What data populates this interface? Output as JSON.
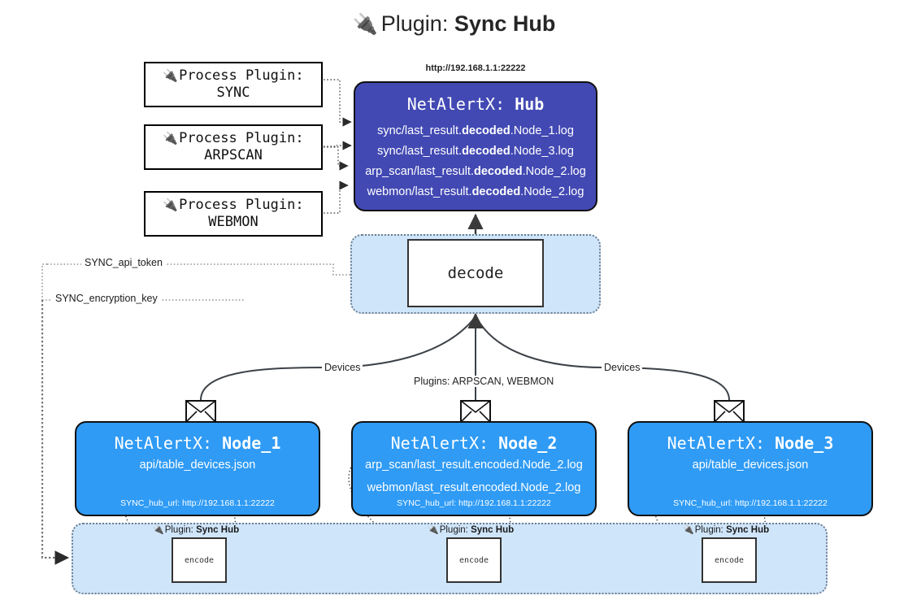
{
  "title": {
    "icon": "plug-icon",
    "prefix": "Plugin:",
    "name": "Sync Hub"
  },
  "process_plugins": [
    {
      "icon": "plug-icon",
      "label": "Process Plugin:",
      "name": "SYNC"
    },
    {
      "icon": "plug-icon",
      "label": "Process Plugin:",
      "name": "ARPSCAN"
    },
    {
      "icon": "plug-icon",
      "label": "Process Plugin:",
      "name": "WEBMON"
    }
  ],
  "hub": {
    "url": "http://192.168.1.1:22222",
    "title_prefix": "NetAlertX:",
    "title_name": "Hub",
    "logs": [
      {
        "pre": "sync/last_result.",
        "em": "decoded",
        "post": ".Node_1.log"
      },
      {
        "pre": "sync/last_result.",
        "em": "decoded",
        "post": ".Node_3.log"
      },
      {
        "pre": "arp_scan/last_result.",
        "em": "decoded",
        "post": ".Node_2.log"
      },
      {
        "pre": "webmon/last_result.",
        "em": "decoded",
        "post": ".Node_2.log"
      }
    ]
  },
  "decode": {
    "label": "decode"
  },
  "secrets": {
    "api_token": "SYNC_api_token",
    "encryption_key": "SYNC_encryption_key"
  },
  "edge_labels": {
    "left_devices": "Devices",
    "center_plugins": "Plugins: ARPSCAN, WEBMON",
    "right_devices": "Devices"
  },
  "nodes": [
    {
      "title_prefix": "NetAlertX:",
      "title_name": "Node_1",
      "data_lines": [
        "api/table_devices.json"
      ],
      "footer": "SYNC_hub_url: http://192.168.1.1:22222",
      "envelope_icon": "envelope-icon"
    },
    {
      "title_prefix": "NetAlertX:",
      "title_name": "Node_2",
      "data_lines": [
        "arp_scan/last_result.encoded.Node_2.log",
        "webmon/last_result.encoded.Node_2.log"
      ],
      "footer": "SYNC_hub_url: http://192.168.1.1:22222",
      "envelope_icon": "envelope-icon"
    },
    {
      "title_prefix": "NetAlertX:",
      "title_name": "Node_3",
      "data_lines": [
        "api/table_devices.json"
      ],
      "footer": "SYNC_hub_url: http://192.168.1.1:22222",
      "envelope_icon": "envelope-icon"
    }
  ],
  "encoders": [
    {
      "plugin_prefix": "Plugin:",
      "plugin_name": "Sync Hub",
      "box_label": "encode"
    },
    {
      "plugin_prefix": "Plugin:",
      "plugin_name": "Sync Hub",
      "box_label": "encode"
    },
    {
      "plugin_prefix": "Plugin:",
      "plugin_name": "Sync Hub",
      "box_label": "encode"
    }
  ],
  "colors": {
    "hub_fill": "#4249b3",
    "node_fill": "#2f9bf5",
    "container_fill": "#cfe5fa",
    "stroke": "#101010",
    "dotted_stroke": "#6f7f90"
  }
}
